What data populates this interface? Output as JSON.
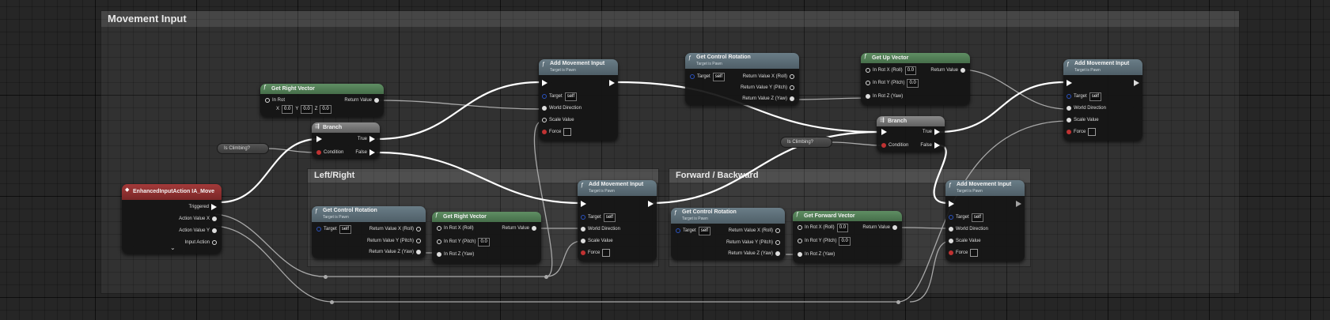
{
  "comments": {
    "movement": "Movement Input",
    "leftright": "Left/Right",
    "forward": "Forward / Backward"
  },
  "event": {
    "title": "EnhancedInputAction IA_Move",
    "triggered": "Triggered",
    "action_x": "Action Value X",
    "action_y": "Action Value Y",
    "input_action": "Input Action"
  },
  "is_climbing": "Is Climbing?",
  "right_vector_top": {
    "title": "Get Right Vector",
    "in_rot": "In Rot",
    "x_label": "X",
    "y_label": "Y",
    "z_label": "Z",
    "x": "0.0",
    "y": "0.0",
    "z": "0.0",
    "return_value": "Return Value"
  },
  "branch": {
    "title": "Branch",
    "true": "True",
    "false": "False",
    "condition": "Condition"
  },
  "amov": {
    "title": "Add Movement Input",
    "subtitle": "Target is Pawn",
    "target": "Target",
    "self": "self",
    "world_direction": "World Direction",
    "scale_value": "Scale Value",
    "force": "Force"
  },
  "control_rotation": {
    "title": "Get Control Rotation",
    "subtitle": "Target is Pawn",
    "target": "Target",
    "self": "self",
    "rx": "Return Value X (Roll)",
    "ry": "Return Value Y (Pitch)",
    "rz": "Return Value Z (Yaw)"
  },
  "up_vector": {
    "title": "Get Up Vector",
    "in_x": "In Rot X (Roll)",
    "in_y": "In Rot Y (Pitch)",
    "in_z": "In Rot Z (Yaw)",
    "x": "0.0",
    "y": "0.0",
    "return_value": "Return Value"
  },
  "right_vector_bottom": {
    "title": "Get Right Vector",
    "in_x": "In Rot X (Roll)",
    "in_y": "In Rot Y (Pitch)",
    "in_z": "In Rot Z (Yaw)",
    "y": "0.0",
    "return_value": "Return Value"
  },
  "forward_vector": {
    "title": "Get Forward Vector",
    "in_x": "In Rot X (Roll)",
    "in_y": "In Rot Y (Pitch)",
    "in_z": "In Rot Z (Yaw)",
    "x": "0.0",
    "y": "0.0",
    "return_value": "Return Value"
  },
  "colors": {
    "exec_wire": "#ffffff",
    "data_wire": "#a8a8a8",
    "vector_pin": "#ddd",
    "event_header": "#a33a3a",
    "function_header": "#5a6d78",
    "pure_header": "#5f8e63"
  }
}
